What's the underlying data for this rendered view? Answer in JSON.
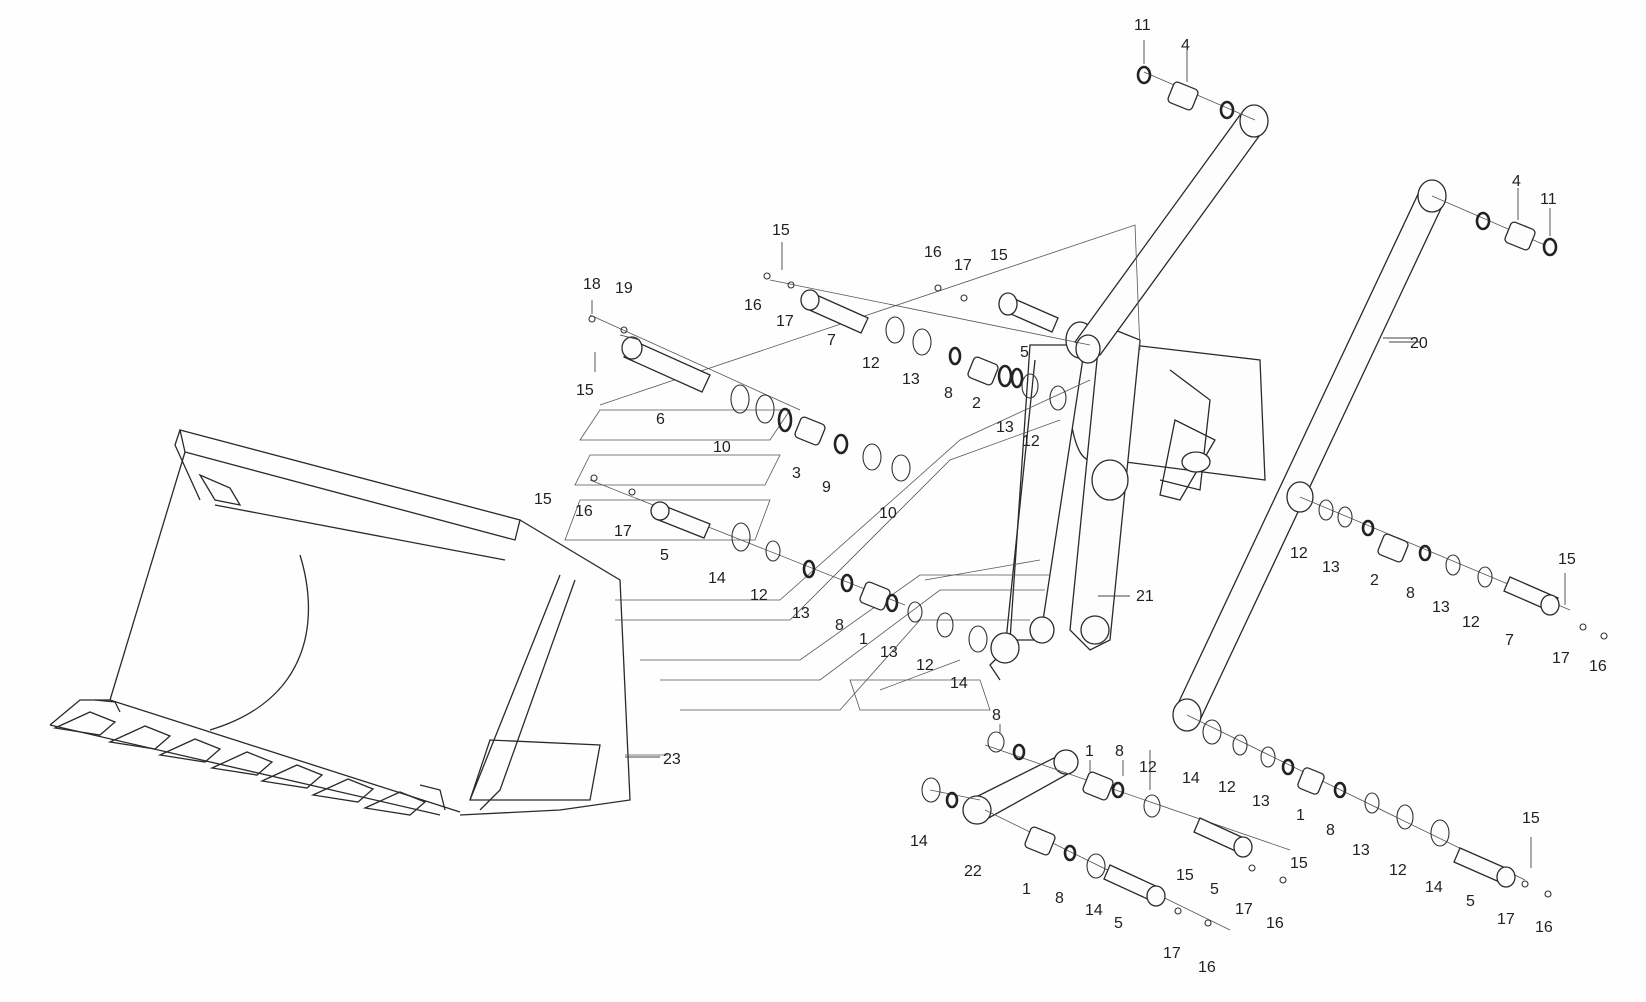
{
  "callouts": [
    "1",
    "2",
    "3",
    "4",
    "5",
    "6",
    "7",
    "8",
    "9",
    "10",
    "11",
    "12",
    "13",
    "14",
    "15",
    "16",
    "17",
    "18",
    "19",
    "20",
    "21",
    "22",
    "23"
  ],
  "labels": {
    "l11a": "11",
    "l4a": "4",
    "l4b": "4",
    "l11b": "11",
    "l20": "20",
    "l15a": "15",
    "l16a": "16",
    "l17a": "17",
    "l15b": "15",
    "l18": "18",
    "l19": "19",
    "l16b": "16",
    "l17b": "17",
    "l7a": "7",
    "l5a": "5",
    "l15c": "15",
    "l6": "6",
    "l12a": "12",
    "l13a": "13",
    "l8a": "8",
    "l2a": "2",
    "l13b": "13",
    "l12b": "12",
    "l10a": "10",
    "l3": "3",
    "l9": "9",
    "l10b": "10",
    "l15d": "15",
    "l16c": "16",
    "l17c": "17",
    "l5b": "5",
    "l14a": "14",
    "l12c": "12",
    "l13c": "13",
    "l8b": "8",
    "l1a": "1",
    "l13d": "13",
    "l12d": "12",
    "l14b": "14",
    "l21": "21",
    "l23": "23",
    "l12e": "12",
    "l13e": "13",
    "l2b": "2",
    "l8c": "8",
    "l13f": "13",
    "l12f": "12",
    "l7b": "7",
    "l15e": "15",
    "l17d": "17",
    "l16d": "16",
    "l8d": "8",
    "l1b": "1",
    "l8e": "8",
    "l12g": "12",
    "l14c": "14",
    "l12h": "12",
    "l13g": "13",
    "l1c": "1",
    "l8f": "8",
    "l13h": "13",
    "l12i": "12",
    "l14d": "14",
    "l15f": "15",
    "l5c": "5",
    "l17e": "17",
    "l16e": "16",
    "l14e": "14",
    "l22": "22",
    "l1d": "1",
    "l8g": "8",
    "l14f": "14",
    "l15g": "15",
    "l5d": "5",
    "l15h": "15",
    "l5e": "5",
    "l17f": "17",
    "l16f": "16",
    "l17g": "17",
    "l16g": "16"
  }
}
